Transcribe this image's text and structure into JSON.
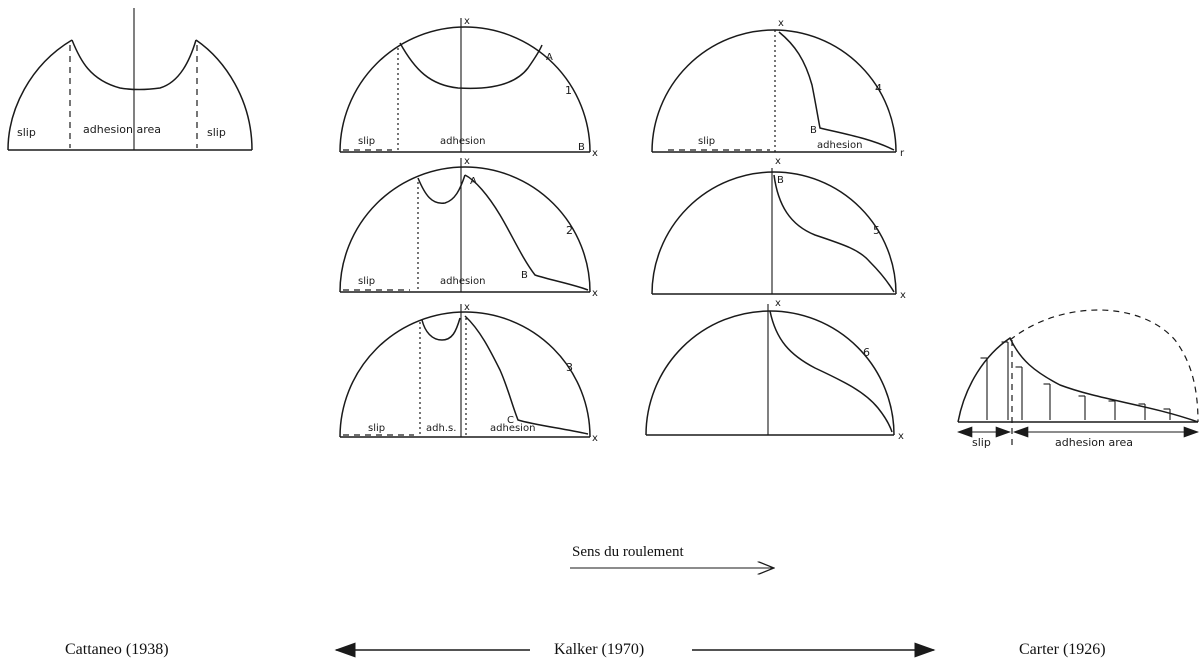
{
  "cattaneo_panel": {
    "left_slip": "slip",
    "center": "adhesion area",
    "right_slip": "slip"
  },
  "kalker_panels": [
    {
      "number": "1",
      "slip": "slip",
      "adhesion": "adhesion",
      "top_axis": "x",
      "right_axis": "x",
      "point_a": "A",
      "point_b": "B"
    },
    {
      "number": "2",
      "slip": "slip",
      "adhesion": "adhesion",
      "top_axis": "x",
      "right_axis": "x",
      "point_a": "A",
      "point_b": "B"
    },
    {
      "number": "3",
      "slip": "slip",
      "mid": "adh.s.",
      "adhesion": "adhesion",
      "top_axis": "x",
      "right_axis": "x",
      "point_c": "C"
    },
    {
      "number": "4",
      "slip": "slip",
      "adhesion": "adhesion",
      "top_axis": "x",
      "right_axis": "r",
      "point_b": "B"
    },
    {
      "number": "5",
      "top_axis": "x",
      "right_axis": "x",
      "point_b": "B"
    },
    {
      "number": "6",
      "top_axis": "x",
      "right_axis": "x"
    }
  ],
  "carter_panel": {
    "slip": "slip",
    "adhesion": "adhesion area"
  },
  "direction_label": "Sens du roulement",
  "captions": {
    "left": "Cattaneo (1938)",
    "center": "Kalker (1970)",
    "right": "Carter (1926)"
  }
}
